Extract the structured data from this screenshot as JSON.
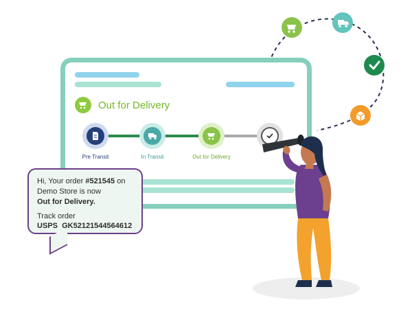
{
  "tracker": {
    "status_title": "Out for Delivery",
    "steps": [
      {
        "label": "Pre Transit"
      },
      {
        "label": "In Transit"
      },
      {
        "label": "Out for Delivery"
      }
    ]
  },
  "message": {
    "line1_prefix": "Hi, Your order ",
    "order_number": "#521545",
    "line1_suffix": " on",
    "line2": "Demo Store is now",
    "line3": "Out for Delivery.",
    "line4": "Track order",
    "carrier": "USPS",
    "tracking_number": "GK52121544564612"
  },
  "icons": {
    "orbit": [
      "cart-icon",
      "truck-icon",
      "check-icon",
      "box-icon"
    ],
    "status": "cart-icon",
    "steps": [
      "document-icon",
      "truck-icon",
      "cart-icon",
      "check-icon"
    ]
  },
  "colors": {
    "card_border": "#86cfbd",
    "green_status": "#8fca3e",
    "dark_green": "#2b8a4e",
    "purple": "#6a3f87",
    "orange": "#f39a2a"
  }
}
